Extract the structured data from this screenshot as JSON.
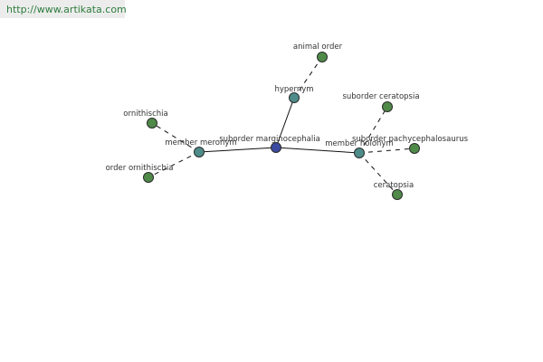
{
  "header": {
    "url_text": "http://www.artikata.com"
  },
  "colors": {
    "center": "#3b4aa0",
    "relation": "#4e8c8a",
    "leaf": "#4f8a48",
    "url_bg": "#ececec",
    "url_text": "#2e7d3e"
  },
  "graph": {
    "nodes": [
      {
        "id": "center",
        "label": "suborder marginocephalia",
        "kind": "center"
      },
      {
        "id": "hypernym",
        "label": "hypernym",
        "kind": "relation"
      },
      {
        "id": "member_meronym",
        "label": "member meronym",
        "kind": "relation"
      },
      {
        "id": "member_holonym",
        "label": "member holonym",
        "kind": "relation"
      },
      {
        "id": "animal_order",
        "label": "animal order",
        "kind": "leaf"
      },
      {
        "id": "ornithischia",
        "label": "ornithischia",
        "kind": "leaf"
      },
      {
        "id": "order_ornithischia",
        "label": "order ornithischia",
        "kind": "leaf"
      },
      {
        "id": "suborder_ceratopsia",
        "label": "suborder ceratopsia",
        "kind": "leaf"
      },
      {
        "id": "suborder_pachycephalosaurus",
        "label": "suborder pachycephalosaurus",
        "kind": "leaf"
      },
      {
        "id": "ceratopsia",
        "label": "ceratopsia",
        "kind": "leaf"
      }
    ],
    "edges": [
      {
        "from": "center",
        "to": "hypernym",
        "style": "solid"
      },
      {
        "from": "center",
        "to": "member_meronym",
        "style": "solid"
      },
      {
        "from": "center",
        "to": "member_holonym",
        "style": "solid"
      },
      {
        "from": "hypernym",
        "to": "animal_order",
        "style": "dashed"
      },
      {
        "from": "member_meronym",
        "to": "ornithischia",
        "style": "dashed"
      },
      {
        "from": "member_meronym",
        "to": "order_ornithischia",
        "style": "dashed"
      },
      {
        "from": "member_holonym",
        "to": "suborder_ceratopsia",
        "style": "dashed"
      },
      {
        "from": "member_holonym",
        "to": "suborder_pachycephalosaurus",
        "style": "dashed"
      },
      {
        "from": "member_holonym",
        "to": "ceratopsia",
        "style": "dashed"
      }
    ]
  }
}
